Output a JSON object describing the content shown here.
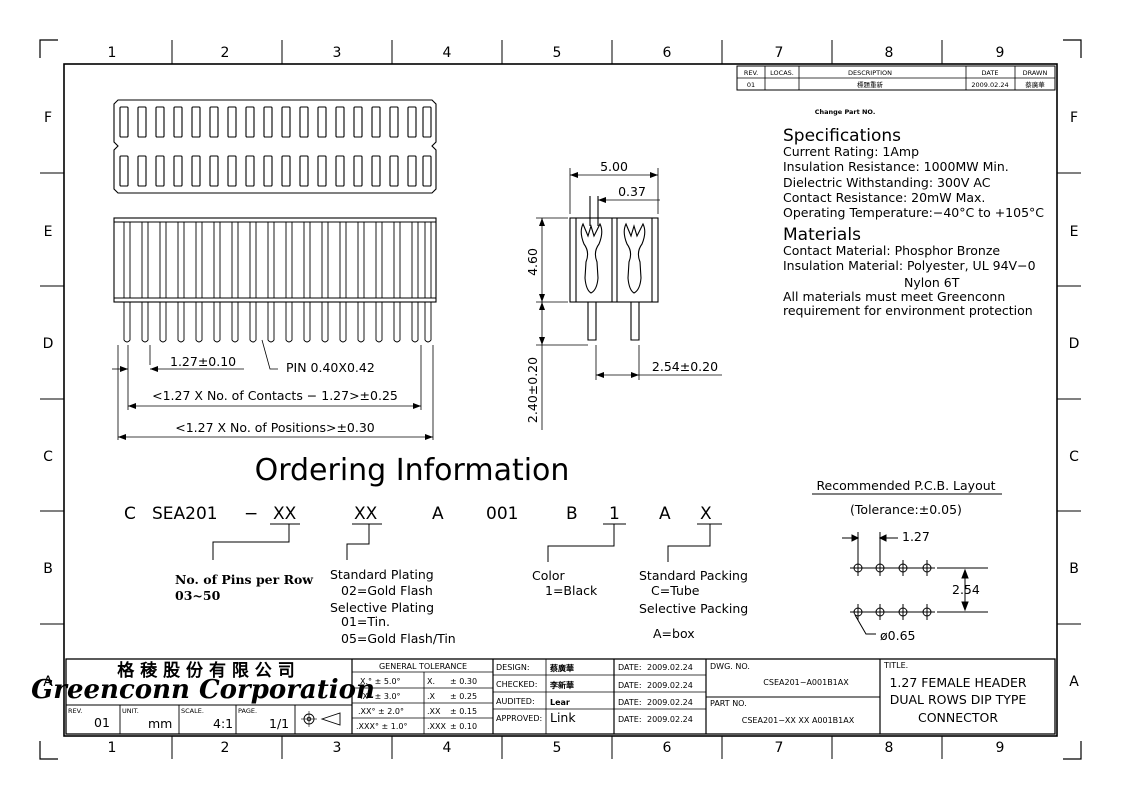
{
  "frame": {
    "columns": [
      "1",
      "2",
      "3",
      "4",
      "5",
      "6",
      "7",
      "8",
      "9"
    ],
    "rows": [
      "F",
      "E",
      "D",
      "C",
      "B",
      "A"
    ]
  },
  "revision": {
    "headers": [
      "REV.",
      "LOCAS.",
      "DESCRIPTION",
      "DATE",
      "DRAWN"
    ],
    "rev": "01",
    "description": "標題重新",
    "date": "2009.02.24",
    "drawn": "蔡廣華",
    "change_note": "Change Part NO."
  },
  "specs": {
    "title": "Specifications",
    "current": "Current  Rating:    1Amp",
    "insulation_resistance": "Insulation  Resistance:   1000MW  Min.",
    "dielectric": "Dielectric  Withstanding:   300V  AC",
    "contact_resistance": "Contact  Resistance:   20mW  Max.",
    "temperature": "Operating  Temperature:−40°C  to  +105°C",
    "materials_title": "Materials",
    "contact_material": "Contact  Material:  Phosphor  Bronze",
    "insulation_material": "Insulation  Material:  Polyester,  UL  94V−0",
    "nylon": "Nylon  6T",
    "note1": "All  materials  must  meet  Greenconn",
    "note2": "requirement  for  environment  protection"
  },
  "dims": {
    "w500": "5.00",
    "w037": "0.37",
    "h460": "4.60",
    "h240": "2.40±0.20",
    "pitch254": "2.54±0.20",
    "pitch127": "1.27±0.10",
    "pin": "PIN  0.40X0.42",
    "contacts": "<1.27  X  No.  of  Contacts  −  1.27>±0.25",
    "positions": "<1.27  X  No.  of  Positions>±0.30"
  },
  "ordering": {
    "title": "Ordering  Information",
    "parts": [
      "C",
      "SEA201",
      "−",
      "XX",
      "XX",
      "A",
      "001",
      "B",
      "1",
      "A",
      "X"
    ],
    "pins_label": "No.  of  Pins  per  Row",
    "pins_range": "03~50",
    "plating1": "Standard  Plating",
    "plating2": "02=Gold  Flash",
    "plating3": "Selective  Plating",
    "plating4": "01=Tin.",
    "plating5": "05=Gold  Flash/Tin",
    "color1": "Color",
    "color2": "1=Black",
    "pack1": "Standard  Packing",
    "pack2": "C=Tube",
    "pack3": "Selective  Packing",
    "pack4": "A=box"
  },
  "pcb": {
    "title": "Recommended  P.C.B.  Layout",
    "tolerance": "(Tolerance:±0.05)",
    "pitch": "1.27",
    "row": "2.54",
    "hole": "ø0.65"
  },
  "titleblock": {
    "company_cn": "格 稜 股 份 有 限 公 司",
    "company_en": "Greenconn Corporation",
    "rev_label": "REV.",
    "rev_value": "01",
    "unit_label": "UNIT.",
    "unit_value": "mm",
    "scale_label": "SCALE.",
    "scale_value": "4:1",
    "page_label": "PAGE.",
    "page_value": "1/1",
    "tol_title": "GENERAL  TOLERANCE",
    "tol_rows": [
      [
        "X.° ± 5.0°",
        "X.",
        "± 0.30"
      ],
      [
        ".X° ± 3.0°",
        ".X",
        "± 0.25"
      ],
      [
        ".XX° ± 2.0°",
        ".XX",
        "± 0.15"
      ],
      [
        ".XXX° ± 1.0°",
        ".XXX",
        "± 0.10"
      ]
    ],
    "design_label": "DESIGN:",
    "design_value": "蔡廣華",
    "checked_label": "CHECKED:",
    "checked_value": "李新華",
    "audited_label": "AUDITED:",
    "audited_value": "Lear",
    "approved_label": "APPROVED:",
    "approved_value": "Link",
    "date_label": "DATE:",
    "date_value": "2009.02.24",
    "dwg_label": "DWG. NO.",
    "dwg_value": "CSEA201−A001B1AX",
    "part_label": "PART NO.",
    "part_value": "CSEA201−XX XX A001B1AX",
    "title_label": "TITLE.",
    "title1": "1.27 FEMALE HEADER",
    "title2": "DUAL ROWS DIP TYPE",
    "title3": "CONNECTOR"
  }
}
